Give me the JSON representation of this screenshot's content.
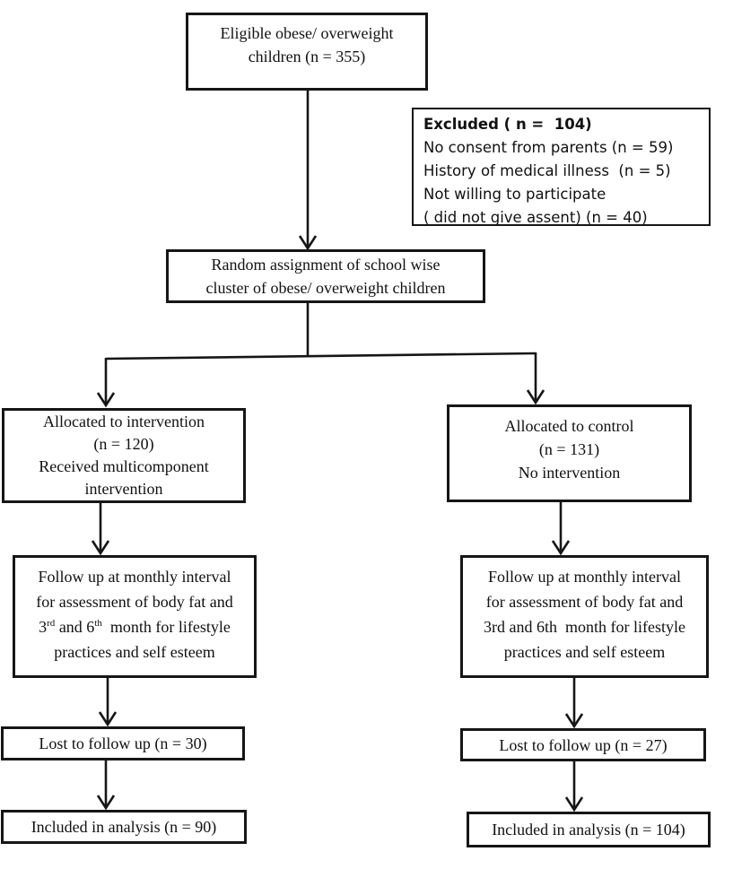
{
  "diagram": {
    "title": "Participant flow diagram",
    "colors": {
      "background": "#ffffff",
      "line": "#161616",
      "text": "#111111"
    },
    "boxes": {
      "eligible": {
        "lines": [
          "Eligible obese/ overweight",
          "children (n = 355)"
        ]
      },
      "excluded": {
        "title": "Excluded ( n =  104)",
        "items": [
          "No consent from parents (n = 59)",
          "History of medical illness  (n = 5)",
          "Not willing to participate",
          "( did not give assent) (n = 40)"
        ]
      },
      "random": {
        "lines": [
          "Random assignment of school wise",
          "cluster of obese/ overweight children"
        ]
      },
      "alloc_intervention": {
        "lines": [
          "Allocated to intervention",
          "(n = 120)",
          "Received multicomponent",
          "intervention"
        ]
      },
      "alloc_control": {
        "lines": [
          "Allocated to control",
          "(n = 131)",
          "No intervention"
        ]
      },
      "followup_intervention": {
        "lines": [
          "Follow up at monthly interval",
          "for assessment of body fat and",
          "3<sup>rd</sup> and 6<sup>th</sup>  month for lifestyle",
          "practices and self esteem"
        ]
      },
      "followup_control": {
        "lines": [
          "Follow up at monthly interval",
          "for assessment of body fat and",
          "3rd and 6th  month for lifestyle",
          "practices and self esteem"
        ]
      },
      "lost_intervention": {
        "text": "Lost to follow up (n = 30)"
      },
      "lost_control": {
        "text": "Lost to follow up (n = 27)"
      },
      "analysis_intervention": {
        "text": "Included in analysis (n = 90)"
      },
      "analysis_control": {
        "text": "Included in analysis (n = 104)"
      }
    }
  }
}
